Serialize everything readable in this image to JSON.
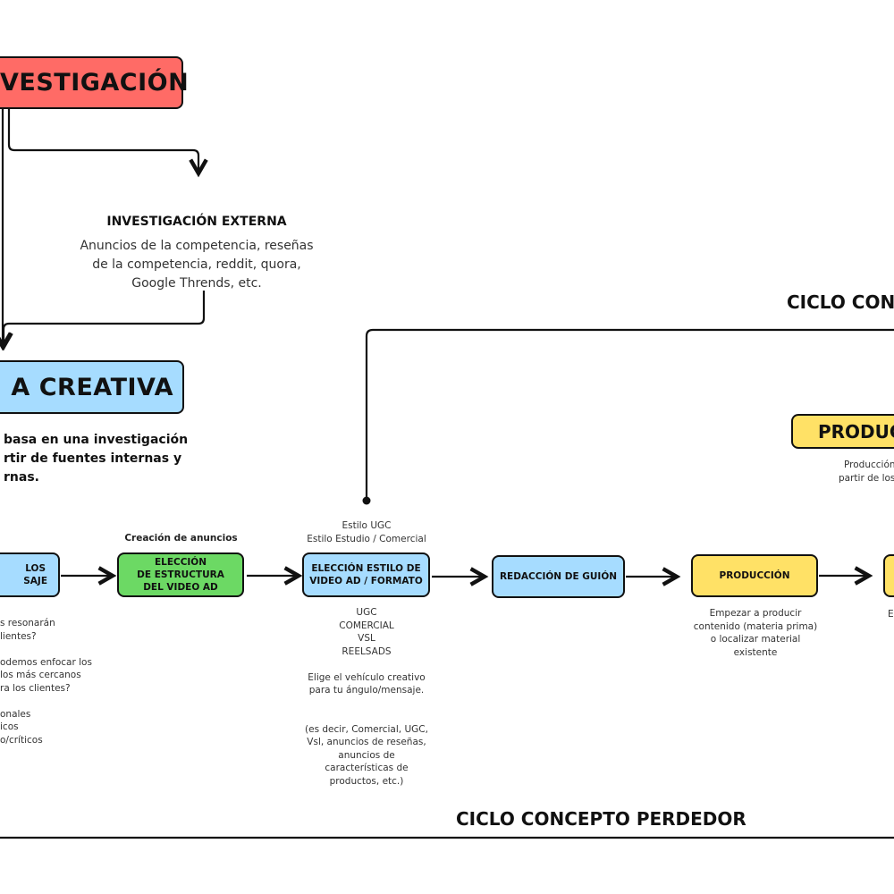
{
  "colors": {
    "red": "#ff6b66",
    "blue": "#a6dcff",
    "green": "#6cd964",
    "yellow": "#ffe166"
  },
  "investigacion": {
    "label": "VESTIGACIÓN"
  },
  "externa": {
    "title": "INVESTIGACIÓN EXTERNA",
    "lines": [
      "Anuncios de la competencia, reseñas",
      "de la competencia, reddit, quora,",
      "Google Thrends, etc."
    ]
  },
  "creativa": {
    "label": "A CREATIVA",
    "desc": [
      "basa en una investigación",
      "rtir de fuentes internas y",
      "rnas."
    ]
  },
  "ciclo_top": "CICLO CON",
  "produc_box": {
    "label": "PRODUC",
    "desc": [
      "Producción",
      "partir de los c"
    ]
  },
  "row": [
    {
      "label": [
        "LOS",
        "SAJE"
      ],
      "below": [
        "s resonarán",
        "lientes?",
        "",
        "odemos enfocar los",
        "los más cercanos",
        "ra los clientes?",
        "",
        "onales",
        "icos",
        "o/críticos"
      ]
    },
    {
      "above": [
        "Creación de anuncios"
      ],
      "label": [
        "ELECCIÓN",
        "DE ESTRUCTURA",
        "DEL VIDEO AD"
      ]
    },
    {
      "above": [
        "Estilo UGC",
        "Estilo Estudio / Comercial"
      ],
      "label": [
        "ELECCIÓN ESTILO DE",
        "VIDEO AD / FORMATO"
      ],
      "below": [
        "UGC",
        "COMERCIAL",
        "VSL",
        "REELSADS",
        "",
        "Elige el vehículo creativo",
        "para tu ángulo/mensaje.",
        "",
        "",
        "(es decir, Comercial, UGC,",
        "Vsl, anuncios de reseñas,",
        "anuncios de",
        "características de",
        "productos, etc.)"
      ]
    },
    {
      "label": [
        "REDACCIÓN DE GUIÓN"
      ]
    },
    {
      "label": [
        "PRODUCCIÓN"
      ],
      "below": [
        "Empezar a producir",
        "contenido (materia prima)",
        "o localizar material",
        "existente"
      ]
    },
    {
      "label": [
        ""
      ],
      "below": [
        "E"
      ]
    }
  ],
  "ciclo_bottom": "CICLO CONCEPTO PERDEDOR"
}
